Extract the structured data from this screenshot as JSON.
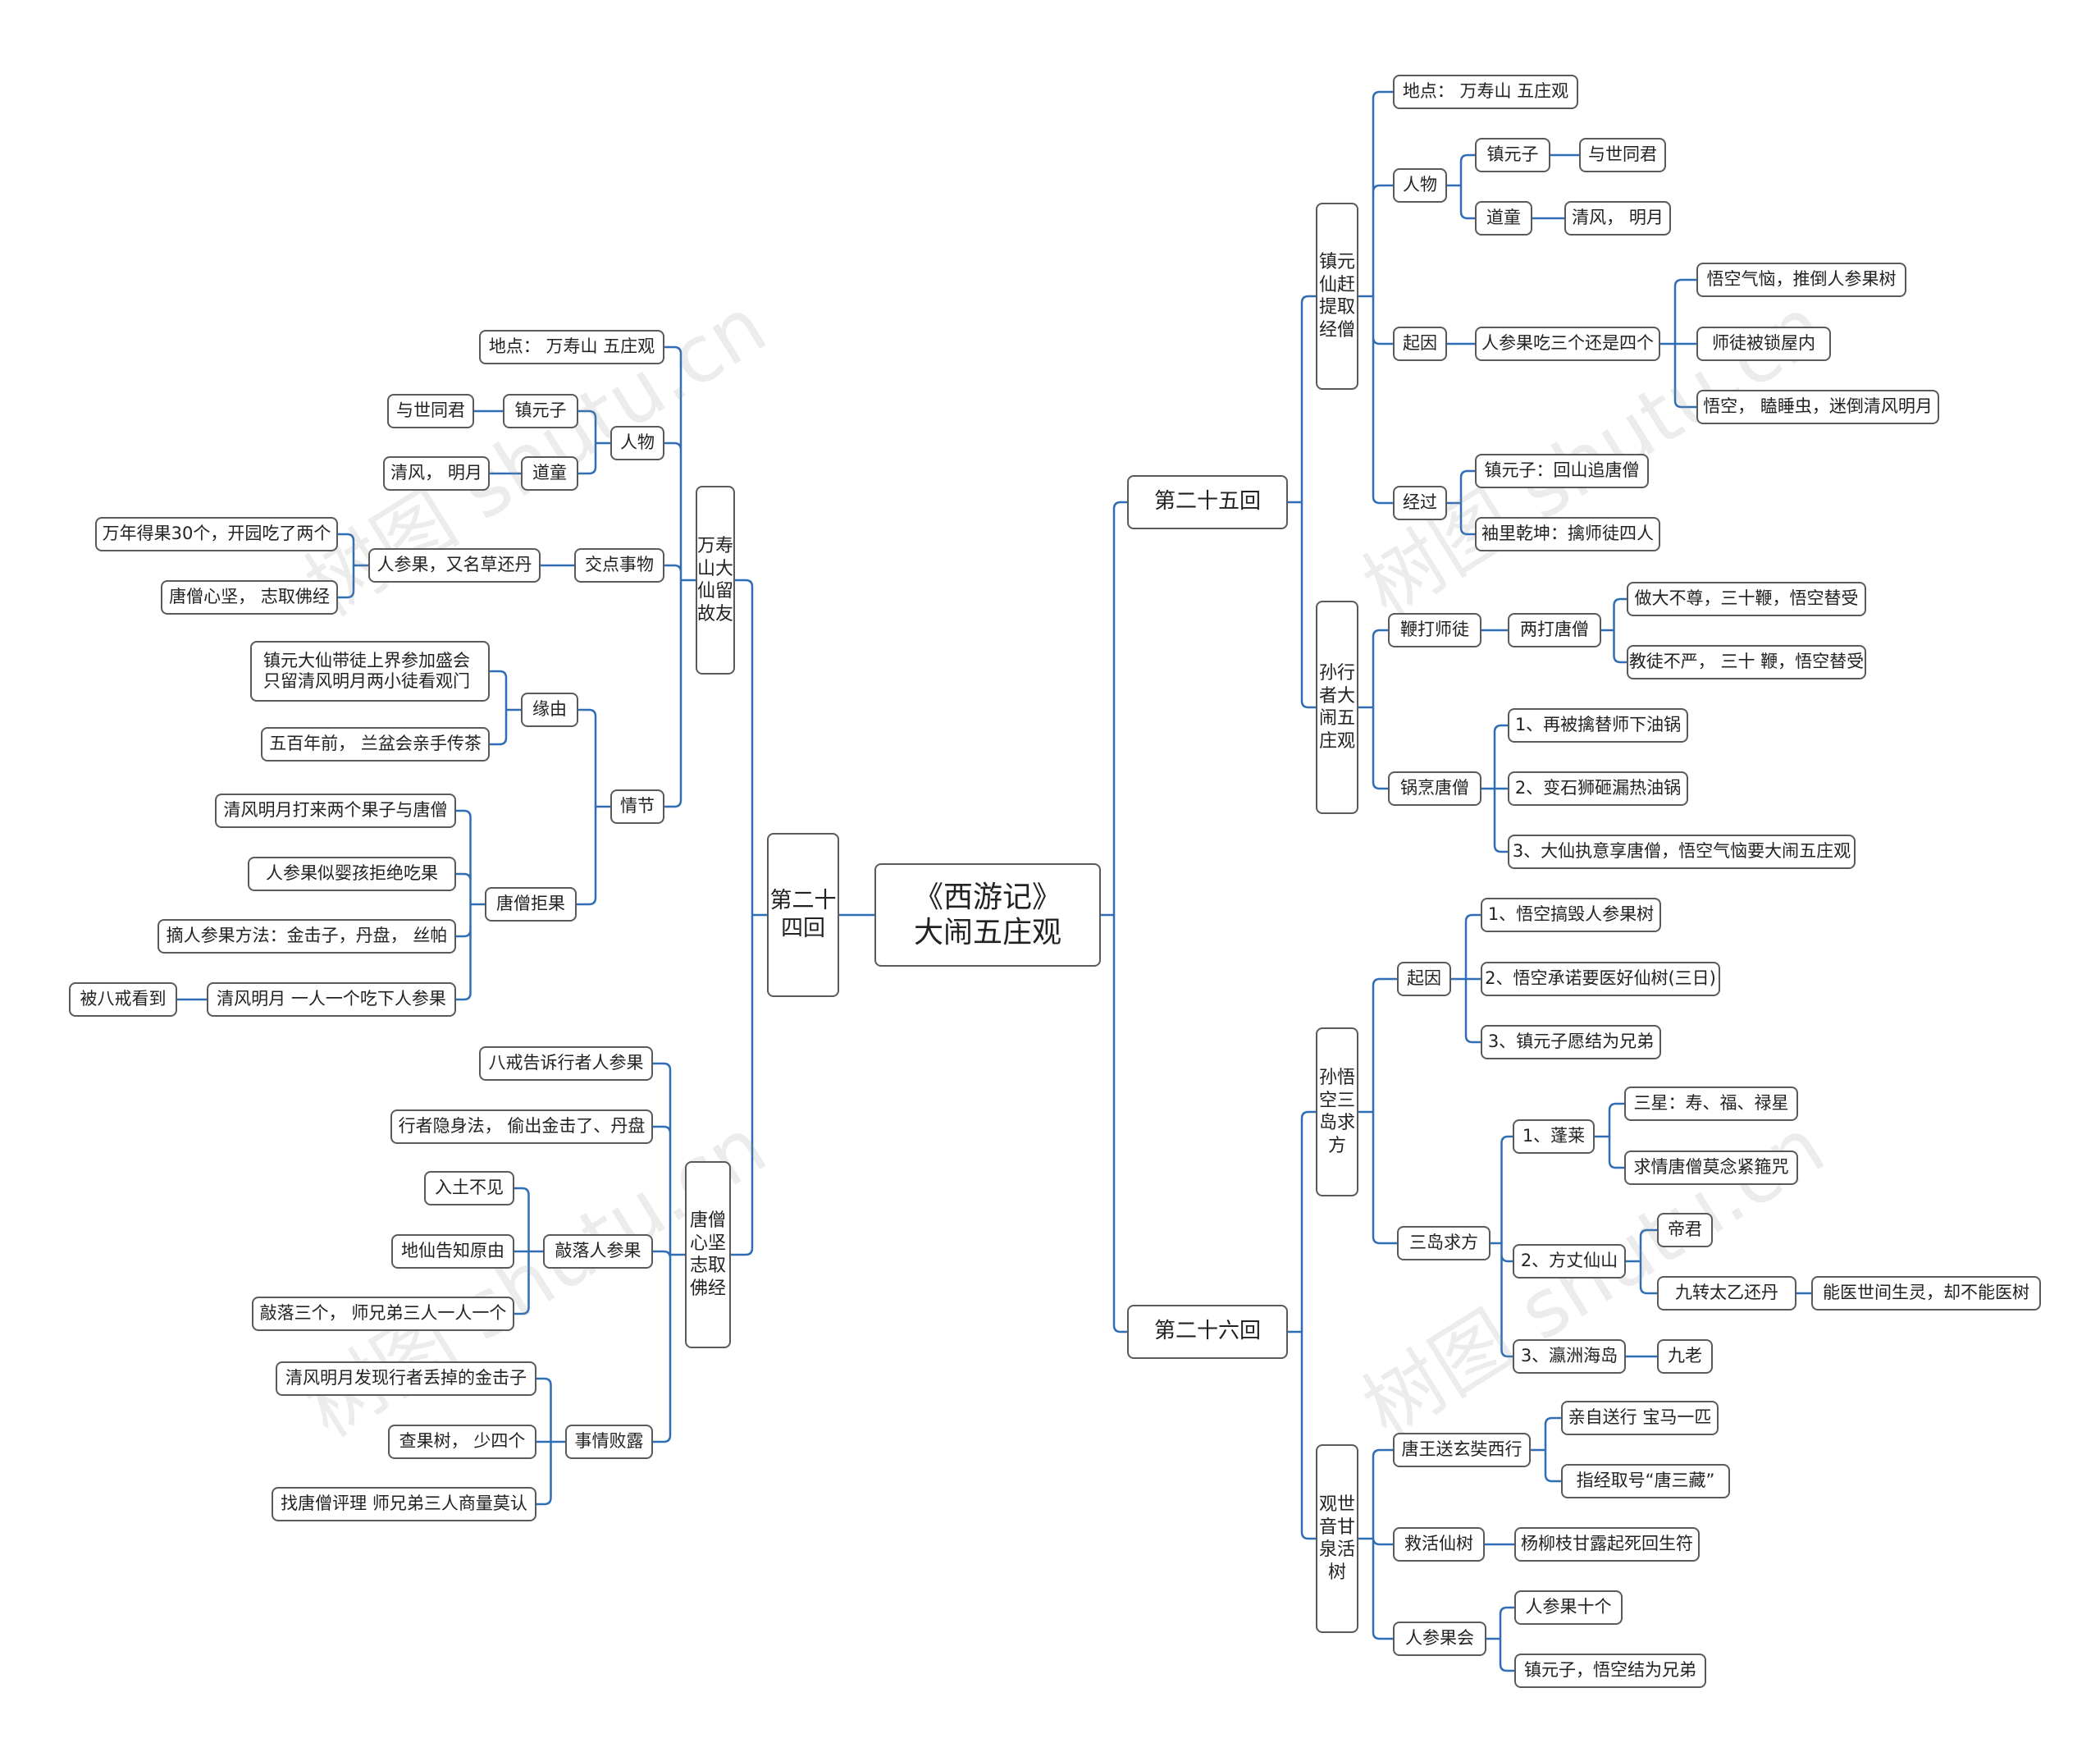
{
  "root": {
    "line1": "《西游记》",
    "line2": "大闹五庄观"
  },
  "watermark": "树图 shutu.cn",
  "colors": {
    "line": "#2f6db5",
    "border": "#5a5a5a"
  },
  "ch24": {
    "label": "第二十四回",
    "a": {
      "label": "万寿山大仙留故友",
      "location": "地点： 万寿山 五庄观",
      "people": {
        "label": "人物",
        "zhen": "镇元子",
        "zhen_child": "与世同君",
        "dao": "道童",
        "dao_child": "清风， 明月"
      },
      "item": {
        "label": "交点事物",
        "sub": "人参果，又名草还丹",
        "c1": "万年得果30个，开园吃了两个",
        "c2": "唐僧心坚， 志取佛经"
      },
      "plot": {
        "label": "情节",
        "reason": "缘由",
        "r1": "镇元大仙带徒上界参加盛会\n只留清风明月两小徒看观门",
        "r2": "五百年前， 兰盆会亲手传茶",
        "refuse": "唐僧拒果",
        "f1": "清风明月打来两个果子与唐僧",
        "f2": "人参果似婴孩拒绝吃果",
        "f3": "摘人参果方法：金击子，丹盘， 丝帕",
        "f4": "清风明月 一人一个吃下人参果",
        "f4c": "被八戒看到"
      }
    },
    "b": {
      "label": "唐僧心坚志取佛经",
      "b1": "八戒告诉行者人参果",
      "b2": "行者隐身法， 偷出金击了、丹盘",
      "knock": {
        "label": "敲落人参果",
        "k1": "入土不见",
        "k2": "地仙告知原由",
        "k3": "敲落三个， 师兄弟三人一人一个"
      },
      "reveal": {
        "label": "事情败露",
        "e1": "清风明月发现行者丢掉的金击子",
        "e2": "查果树， 少四个",
        "e3": "找唐僧评理 师兄弟三人商量莫认"
      }
    }
  },
  "ch25": {
    "label": "第二十五回",
    "a": {
      "label": "镇元仙赶提取经僧",
      "location": "地点： 万寿山 五庄观",
      "people": {
        "label": "人物",
        "zhen": "镇元子",
        "zhen_child": "与世同君",
        "dao": "道童",
        "dao_child": "清风， 明月"
      },
      "cause": {
        "label": "起因",
        "sub": "人参果吃三个还是四个",
        "c1": "悟空气恼，推倒人参果树",
        "c2": "师徒被锁屋内",
        "c3": "悟空， 瞌睡虫，迷倒清风明月"
      },
      "pass": {
        "label": "经过",
        "p1": "镇元子：回山追唐僧",
        "p2": "袖里乾坤：擒师徒四人"
      }
    },
    "b": {
      "label": "孙行者大闹五庄观",
      "whip": {
        "label": "鞭打师徒",
        "sub": "两打唐僧",
        "w1": "做大不尊，三十鞭，悟空替受",
        "w2": "教徒不严， 三十 鞭，悟空替受"
      },
      "cook": {
        "label": "锅烹唐僧",
        "k1": "1、再被擒替师下油锅",
        "k2": "2、变石狮砸漏热油锅",
        "k3": "3、大仙执意享唐僧，悟空气恼要大闹五庄观"
      }
    }
  },
  "ch26": {
    "label": "第二十六回",
    "a": {
      "label": "孙悟空三岛求方",
      "cause": {
        "label": "起因",
        "c1": "1、悟空搞毁人参果树",
        "c2": "2、悟空承诺要医好仙树(三日)",
        "c3": "3、镇元子愿结为兄弟"
      },
      "islands": {
        "label": "三岛求方",
        "penglai": "1、蓬莱",
        "p1": "三星：寿、福、禄星",
        "p2": "求情唐僧莫念紧箍咒",
        "fangzhang": "2、方丈仙山",
        "f1": "帝君",
        "f2": "九转太乙还丹",
        "f2c": "能医世间生灵，却不能医树",
        "yingzhou": "3、瀛洲海岛",
        "y1": "九老"
      }
    },
    "b": {
      "label": "观世音甘泉活树",
      "send": {
        "label": "唐王送玄奘西行",
        "s1": "亲自送行 宝马一匹",
        "s2": "指经取号“唐三藏”"
      },
      "save": {
        "label": "救活仙树",
        "s1": "杨柳枝甘露起死回生符"
      },
      "meet": {
        "label": "人参果会",
        "m1": "人参果十个",
        "m2": "镇元子，悟空结为兄弟"
      }
    }
  }
}
